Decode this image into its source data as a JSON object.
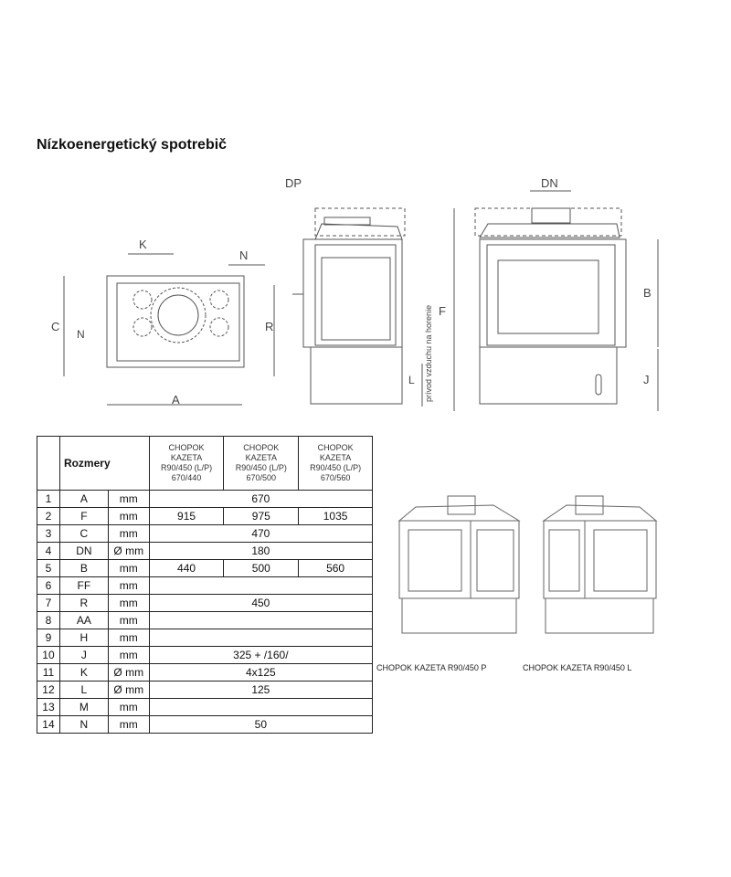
{
  "title": "Nízkoenergetický spotrebič",
  "drawing_labels": {
    "K": "K",
    "N": "N",
    "C": "C",
    "N2": "N",
    "R": "R",
    "A": "A",
    "DP": "DP",
    "F": "F",
    "L": "L",
    "air": "prívod vzduchu na horenie",
    "DN": "DN",
    "B": "B",
    "J": "J"
  },
  "table": {
    "heading": "Rozmery",
    "models": [
      [
        "CHOPOK",
        "KAZETA",
        "R90/450 (L/P)",
        "670/440"
      ],
      [
        "CHOPOK",
        "KAZETA",
        "R90/450 (L/P)",
        "670/500"
      ],
      [
        "CHOPOK",
        "KAZETA",
        "R90/450 (L/P)",
        "670/560"
      ]
    ],
    "rows": [
      {
        "n": "1",
        "sym": "A",
        "unit": "mm",
        "vals": [
          "670"
        ]
      },
      {
        "n": "2",
        "sym": "F",
        "unit": "mm",
        "vals": [
          "915",
          "975",
          "1035"
        ]
      },
      {
        "n": "3",
        "sym": "C",
        "unit": "mm",
        "vals": [
          "470"
        ]
      },
      {
        "n": "4",
        "sym": "DN",
        "unit": "Ø mm",
        "vals": [
          "180"
        ]
      },
      {
        "n": "5",
        "sym": "B",
        "unit": "mm",
        "vals": [
          "440",
          "500",
          "560"
        ]
      },
      {
        "n": "6",
        "sym": "FF",
        "unit": "mm",
        "vals": [
          ""
        ]
      },
      {
        "n": "7",
        "sym": "R",
        "unit": "mm",
        "vals": [
          "450"
        ]
      },
      {
        "n": "8",
        "sym": "AA",
        "unit": "mm",
        "vals": [
          ""
        ]
      },
      {
        "n": "9",
        "sym": "H",
        "unit": "mm",
        "vals": [
          ""
        ]
      },
      {
        "n": "10",
        "sym": "J",
        "unit": "mm",
        "vals": [
          "325 + /160/"
        ]
      },
      {
        "n": "11",
        "sym": "K",
        "unit": "Ø mm",
        "vals": [
          "4x125"
        ]
      },
      {
        "n": "12",
        "sym": "L",
        "unit": "Ø mm",
        "vals": [
          "125"
        ]
      },
      {
        "n": "13",
        "sym": "M",
        "unit": "mm",
        "vals": [
          ""
        ]
      },
      {
        "n": "14",
        "sym": "N",
        "unit": "mm",
        "vals": [
          "50"
        ]
      }
    ]
  },
  "captions": {
    "right": "CHOPOK KAZETA R90/450 P",
    "left": "CHOPOK KAZETA R90/450 L"
  }
}
